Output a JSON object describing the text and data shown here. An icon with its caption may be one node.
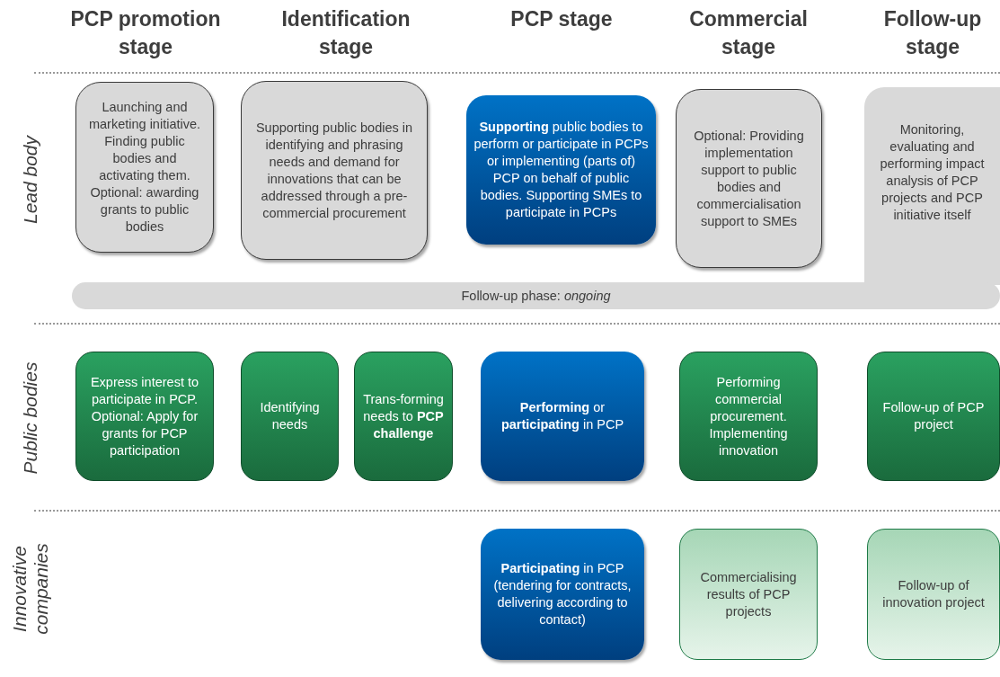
{
  "diagram": {
    "nodes": [
      {
        "text": [
          "Launching and marketing initiative. Finding public bodies and activating them. Optional: awarding grants to public bodies"
        ]
      },
      {
        "text": [
          "Supporting public bodies in identifying and phrasing needs and demand for innovations that can be addressed through a pre-commercial procurement"
        ]
      },
      {
        "text": [
          "**Supporting** public bodies to perform or participate in PCPs or implementing (parts of) PCP on behalf of public bodies. Supporting SMEs to participate in PCPs"
        ]
      },
      {
        "text": [
          "Optional: Providing implementation support to public bodies and commercialisation support to SMEs"
        ]
      },
      {
        "text": [
          "Monitoring, evaluating and performing impact analysis of PCP projects and PCP initiative itself"
        ]
      },
      {
        "text": [
          "Follow-up phase: *ongoing*"
        ]
      },
      {
        "text": [
          "Express interest to participate in PCP. Optional: Apply for grants for PCP participation"
        ]
      },
      {
        "text": [
          "Identifying needs"
        ]
      },
      {
        "text": [
          "Trans-forming needs to **PCP challenge**"
        ]
      },
      {
        "text": [
          "**Performing** or **participating** in PCP"
        ]
      },
      {
        "text": [
          "Performing commercial procurement. Implementing innovation"
        ]
      },
      {
        "text": [
          "Follow-up of PCP project"
        ]
      },
      {
        "text": [
          "**Participating** in PCP (tendering for contracts, delivering according to contact)"
        ]
      },
      {
        "text": [
          "Commercialising results of PCP projects"
        ]
      },
      {
        "text": [
          "Follow-up of innovation project"
        ]
      }
    ],
    "labels": [
      "PCP promotion stage",
      "Identification stage",
      "PCP stage",
      "Commercial stage",
      "Follow-up stage",
      "Lead body",
      "Public bodies",
      "Innovative companies"
    ]
  }
}
